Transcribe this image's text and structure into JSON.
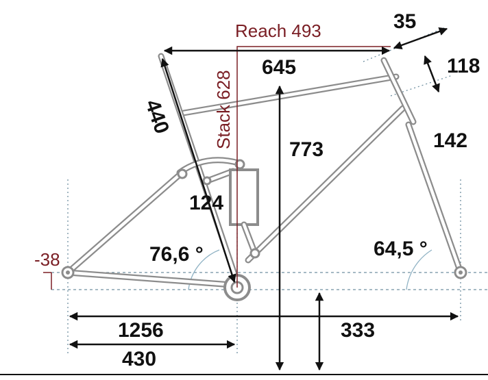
{
  "labels": {
    "reach": "Reach 493",
    "stack": "Stack 628",
    "top_tube": "645",
    "head_offset": "35",
    "head_tube": "118",
    "fork_length": "142",
    "seat_tube": "440",
    "stack_height": "773",
    "shock": "124",
    "seat_angle": "76,6 °",
    "head_angle": "64,5 °",
    "bb_drop": "-38",
    "wheelbase": "1256",
    "chainstay": "430",
    "front_center": "333"
  },
  "colors": {
    "frame": "#8c8c8c",
    "dimension": "#111111",
    "accent_red": "#7a1e24",
    "guide": "#6f8fa0"
  }
}
